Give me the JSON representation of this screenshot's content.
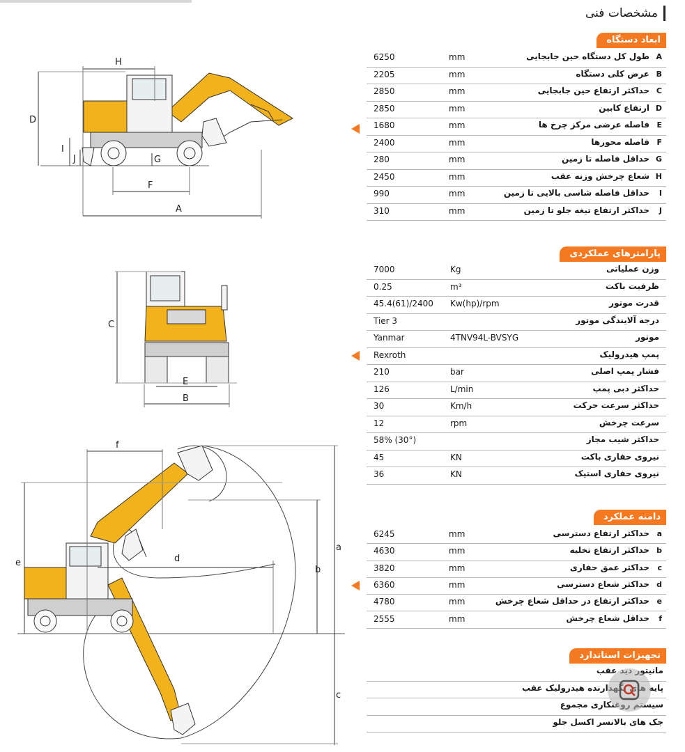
{
  "page_title": "مشخصات فنی",
  "colors": {
    "accent": "#f47920",
    "machine_yellow": "#f2b21b",
    "line": "#b9b9b9"
  },
  "dimensions": {
    "heading": "ابعاد دستگاه",
    "rows": [
      {
        "code": "A",
        "label": "طول کل دستگاه حین جابجایی",
        "value": "6250",
        "unit": "mm"
      },
      {
        "code": "B",
        "label": "عرض کلی دستگاه",
        "value": "2205",
        "unit": "mm"
      },
      {
        "code": "C",
        "label": "حداکثر ارتفاع حین جابجایی",
        "value": "2850",
        "unit": "mm"
      },
      {
        "code": "D",
        "label": "ارتفاع کابین",
        "value": "2850",
        "unit": "mm"
      },
      {
        "code": "E",
        "label": "فاصله عرضی مرکز چرخ ها",
        "value": "1680",
        "unit": "mm"
      },
      {
        "code": "F",
        "label": "فاصله محورها",
        "value": "2400",
        "unit": "mm"
      },
      {
        "code": "G",
        "label": "حداقل فاصله تا زمین",
        "value": "280",
        "unit": "mm"
      },
      {
        "code": "H",
        "label": "شعاع چرخش وزنه عقب",
        "value": "2450",
        "unit": "mm"
      },
      {
        "code": "I",
        "label": "حداقل فاصله شاسی بالایی تا زمین",
        "value": "990",
        "unit": "mm"
      },
      {
        "code": "J",
        "label": "حداکثر ارتفاع تیغه جلو تا زمین",
        "value": "310",
        "unit": "mm"
      }
    ]
  },
  "performance": {
    "heading": "پارامترهای عملکردی",
    "rows": [
      {
        "label": "وزن عملیاتی",
        "value": "7000",
        "unit": "Kg"
      },
      {
        "label": "ظرفیت باکت",
        "value": "0.25",
        "unit": "m³"
      },
      {
        "label": "قدرت موتور",
        "value": "45.4(61)/2400",
        "unit": "Kw(hp)/rpm"
      },
      {
        "label": "درجه آلایندگی موتور",
        "value": "Tier 3",
        "unit": ""
      },
      {
        "label": "موتور",
        "value": "Yanmar",
        "unit": "4TNV94L-BVSYG"
      },
      {
        "label": "پمپ هیدرولیک",
        "value": "Rexroth",
        "unit": ""
      },
      {
        "label": "فشار پمپ اصلی",
        "value": "210",
        "unit": "bar"
      },
      {
        "label": "حداکثر دبی پمپ",
        "value": "126",
        "unit": "L/min"
      },
      {
        "label": "حداکثر سرعت حرکت",
        "value": "30",
        "unit": "Km/h"
      },
      {
        "label": "سرعت چرخش",
        "value": "12",
        "unit": "rpm"
      },
      {
        "label": "حداکثر شیب مجاز",
        "value": "58%  (30°)",
        "unit": ""
      },
      {
        "label": "نیروی حفاری باکت",
        "value": "45",
        "unit": "KN"
      },
      {
        "label": "نیروی حفاری استیک",
        "value": "36",
        "unit": "KN"
      }
    ]
  },
  "working_range": {
    "heading": "دامنه عملکرد",
    "rows": [
      {
        "code": "a",
        "label": "حداکثر ارتفاع دسترسی",
        "value": "6245",
        "unit": "mm"
      },
      {
        "code": "b",
        "label": "حداکثر ارتفاع تخلیه",
        "value": "4630",
        "unit": "mm"
      },
      {
        "code": "c",
        "label": "حداکثر عمق حفاری",
        "value": "3820",
        "unit": "mm"
      },
      {
        "code": "d",
        "label": "حداکثر شعاع دسترسی",
        "value": "6360",
        "unit": "mm"
      },
      {
        "code": "e",
        "label": "حداکثر ارتفاع در حداقل شعاع چرخش",
        "value": "4780",
        "unit": "mm"
      },
      {
        "code": "f",
        "label": "حداقل شعاع چرخش",
        "value": "2555",
        "unit": "mm"
      }
    ]
  },
  "standard": {
    "heading": "تجهیزات استاندارد",
    "rows": [
      {
        "label": "مانیتور دید عقب"
      },
      {
        "label": "پایه های نگهدارنده هیدرولیک عقب"
      },
      {
        "label": "سیستم روغنکاری مجموع"
      },
      {
        "label": "جک های بالانسر اکسل جلو"
      }
    ]
  },
  "diagram_labels": {
    "side": [
      "H",
      "D",
      "I",
      "J",
      "G",
      "F",
      "A"
    ],
    "front": [
      "C",
      "E",
      "B"
    ],
    "range": [
      "f",
      "a",
      "b",
      "c",
      "d",
      "e"
    ]
  }
}
